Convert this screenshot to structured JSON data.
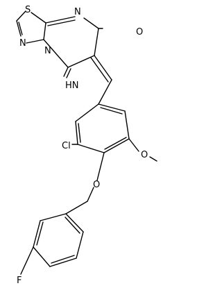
{
  "molecule": {
    "atoms": {
      "S": "S",
      "N_top": "N",
      "N_mid": "N",
      "N_left": "N",
      "O": "O",
      "NH": "HN",
      "Cl": "Cl",
      "O_bridge": "O",
      "O_methoxy": "O",
      "F": "F"
    }
  }
}
